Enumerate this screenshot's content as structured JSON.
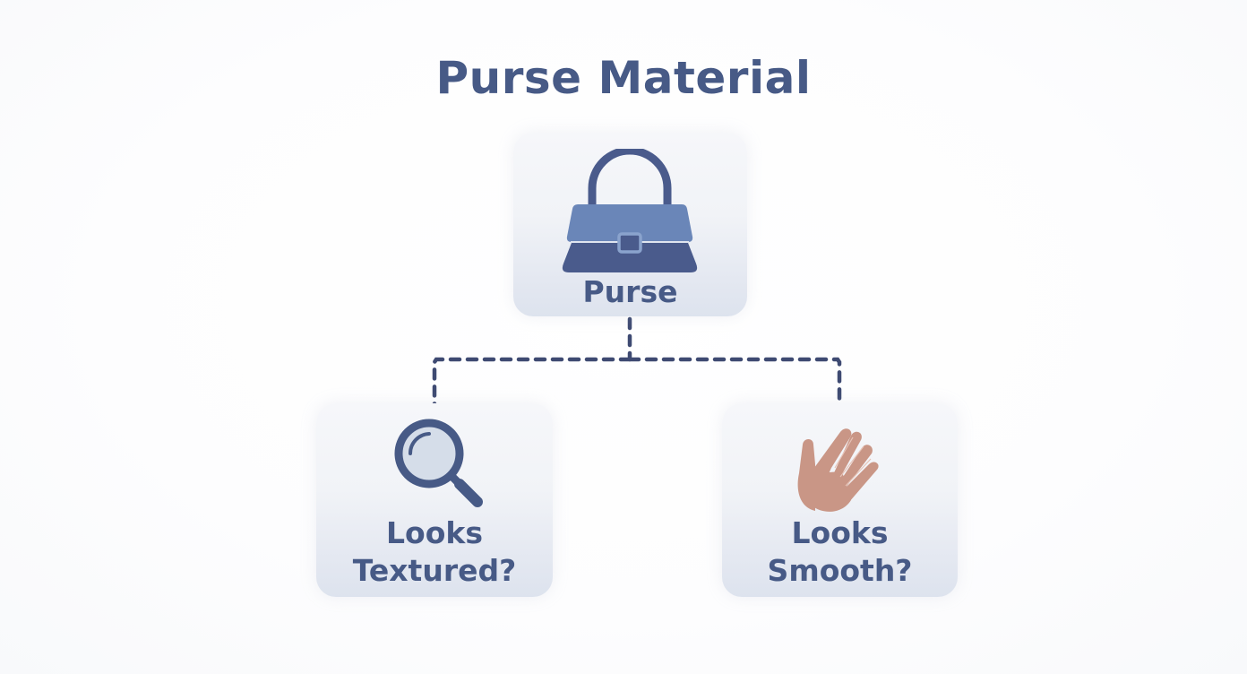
{
  "title": "Purse Material",
  "root": {
    "label": "Purse",
    "icon": "purse-icon"
  },
  "children": [
    {
      "label_line1": "Looks",
      "label_line2": "Textured?",
      "icon": "magnifying-glass-icon"
    },
    {
      "label_line1": "Looks",
      "label_line2": "Smooth?",
      "icon": "hand-icon"
    }
  ],
  "colors": {
    "text": "#475a86",
    "connector": "#3e4a72",
    "purse_top": "#6a86b8",
    "purse_bottom": "#4a5b8c",
    "handle": "#4a5b8c",
    "hand": "#c99686",
    "magnifier_lens": "#d5dde9"
  }
}
